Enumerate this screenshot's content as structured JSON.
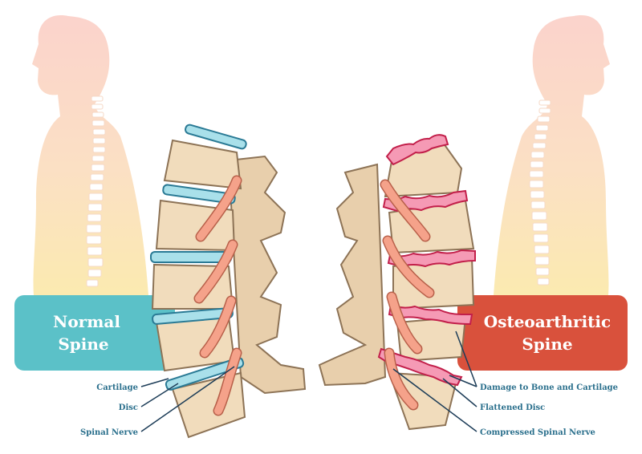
{
  "left_panel": {
    "line1": "Normal",
    "line2": "Spine",
    "color": "#5bc1c8"
  },
  "right_panel": {
    "line1": "Osteoarthritic",
    "line2": "Spine",
    "color": "#d9513c"
  },
  "left_labels": [
    "Cartilage",
    "Disc",
    "Spinal Nerve"
  ],
  "right_labels": [
    "Damage to Bone and Cartilage",
    "Flattened Disc",
    "Compressed Spinal Nerve"
  ]
}
